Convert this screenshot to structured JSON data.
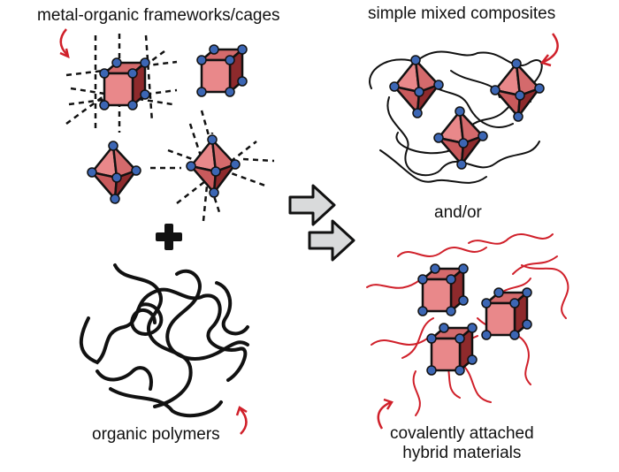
{
  "labels": {
    "mof": "metal-organic frameworks/cages",
    "simple_composites": "simple mixed composites",
    "and_or": "and/or",
    "organic_polymers": "organic polymers",
    "covalent_line1": "covalently attached",
    "covalent_line2": "hybrid materials"
  },
  "symbols": {
    "plus": "plus-sign",
    "arrows": [
      "right-arrow",
      "right-arrow"
    ]
  },
  "colors": {
    "face_light": "#e9888a",
    "face_mid": "#d46a6c",
    "face_dark": "#8e2a2c",
    "node": "#3c66b4",
    "outline": "#111111",
    "accent_red": "#d0202a",
    "arrow_fill": "#d9dadb"
  }
}
